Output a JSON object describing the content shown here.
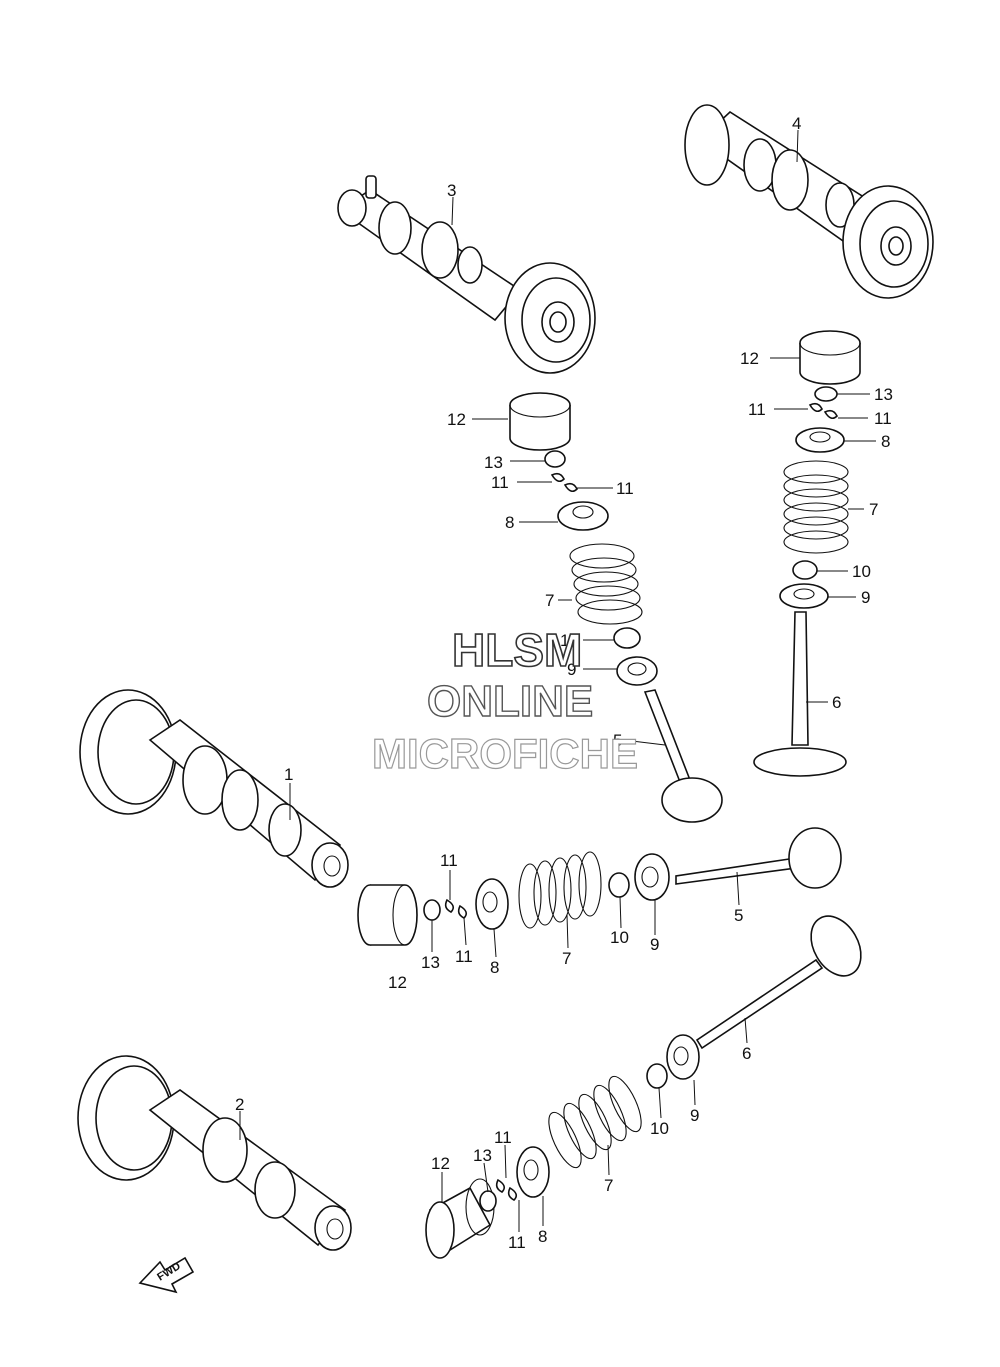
{
  "watermark": {
    "line1": "HLSM",
    "line2": "ONLINE",
    "line3": "MICROFICHE"
  },
  "fwd_label": "FWD",
  "callouts": [
    {
      "id": "c-1",
      "text": "1"
    },
    {
      "id": "c-2",
      "text": "2"
    },
    {
      "id": "c-3",
      "text": "3"
    },
    {
      "id": "c-4",
      "text": "4"
    },
    {
      "id": "c-12a",
      "text": "12"
    },
    {
      "id": "c-13a",
      "text": "13"
    },
    {
      "id": "c-11a",
      "text": "11"
    },
    {
      "id": "c-11b",
      "text": "11"
    },
    {
      "id": "c-8a",
      "text": "8"
    },
    {
      "id": "c-7a",
      "text": "7"
    },
    {
      "id": "c-10a",
      "text": "10"
    },
    {
      "id": "c-9a",
      "text": "9"
    },
    {
      "id": "c-5a",
      "text": "5"
    },
    {
      "id": "c-12b",
      "text": "12"
    },
    {
      "id": "c-13b",
      "text": "13"
    },
    {
      "id": "c-11c",
      "text": "11"
    },
    {
      "id": "c-11d",
      "text": "11"
    },
    {
      "id": "c-8b",
      "text": "8"
    },
    {
      "id": "c-7b",
      "text": "7"
    },
    {
      "id": "c-10b",
      "text": "10"
    },
    {
      "id": "c-9b",
      "text": "9"
    },
    {
      "id": "c-6a",
      "text": "6"
    },
    {
      "id": "c-11e",
      "text": "11"
    },
    {
      "id": "c-12c",
      "text": "12"
    },
    {
      "id": "c-13c",
      "text": "13"
    },
    {
      "id": "c-11f",
      "text": "11"
    },
    {
      "id": "c-8c",
      "text": "8"
    },
    {
      "id": "c-7c",
      "text": "7"
    },
    {
      "id": "c-10c",
      "text": "10"
    },
    {
      "id": "c-9c",
      "text": "9"
    },
    {
      "id": "c-5b",
      "text": "5"
    },
    {
      "id": "c-6b",
      "text": "6"
    },
    {
      "id": "c-12d",
      "text": "12"
    },
    {
      "id": "c-13d",
      "text": "13"
    },
    {
      "id": "c-11g",
      "text": "11"
    },
    {
      "id": "c-11h",
      "text": "11"
    },
    {
      "id": "c-8d",
      "text": "8"
    },
    {
      "id": "c-7d",
      "text": "7"
    },
    {
      "id": "c-10d",
      "text": "10"
    },
    {
      "id": "c-9d",
      "text": "9"
    }
  ]
}
